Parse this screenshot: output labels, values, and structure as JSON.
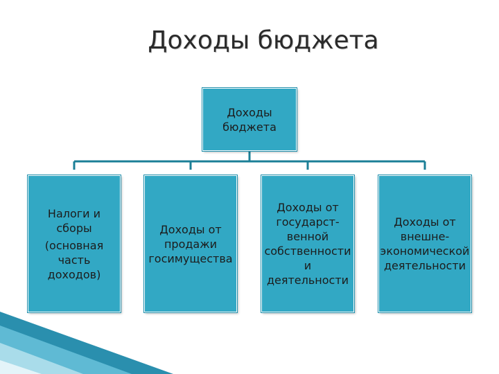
{
  "title": "Доходы бюджета",
  "root": {
    "lines": [
      "Доходы",
      "бюджета"
    ]
  },
  "children": [
    {
      "lines": [
        "Налоги и",
        "сборы"
      ],
      "sub": [
        "(основная",
        "часть",
        "доходов)"
      ]
    },
    {
      "lines": [
        "Доходы от",
        "продажи",
        "госимущества"
      ]
    },
    {
      "lines": [
        "Доходы от",
        "государст-",
        "венной",
        "собственности",
        "и",
        "деятельности"
      ]
    },
    {
      "lines": [
        "Доходы от",
        "внешне-",
        "экономической",
        "деятельности"
      ]
    }
  ],
  "colors": {
    "box": "#32a8c4",
    "connector": "#1b7f97",
    "decoration": "#2a8fae"
  }
}
